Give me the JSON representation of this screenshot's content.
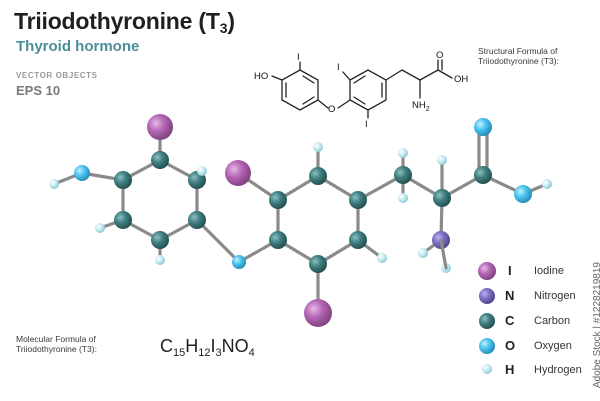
{
  "header": {
    "title_main": "Triiodothyronine (T",
    "title_sub": "3",
    "title_close": ")",
    "subtitle": "Thyroid hormone",
    "vector_label": "VECTOR OBJECTS",
    "eps_label": "EPS 10"
  },
  "structural": {
    "label_line1": "Structural  Formula of",
    "label_line2": "Triiodothyronine (T3):",
    "atoms": {
      "ho": "HO",
      "i_left": "I",
      "o_ether": "O",
      "i_mid_top": "I",
      "i_mid_bottom": "I",
      "o_carbonyl": "O",
      "oh": "OH",
      "nh2_main": "NH",
      "nh2_sub": "2"
    }
  },
  "molecular": {
    "label_line1": "Molecular Formula of",
    "label_line2": "Triiodothyronine (T3):",
    "formula": [
      {
        "el": "C",
        "n": "15"
      },
      {
        "el": "H",
        "n": "12"
      },
      {
        "el": "I",
        "n": "3"
      },
      {
        "el": "NO",
        "n": "4"
      }
    ]
  },
  "legend": [
    {
      "symbol": "I",
      "name": "Iodine",
      "color": "#b466b4"
    },
    {
      "symbol": "N",
      "name": "Nitrogen",
      "color": "#7d6ec2"
    },
    {
      "symbol": "C",
      "name": "Carbon",
      "color": "#3f7f80"
    },
    {
      "symbol": "O",
      "name": "Oxygen",
      "color": "#4bc4ef"
    },
    {
      "symbol": "H",
      "name": "Hydrogen",
      "color": "#a9dfe8"
    }
  ],
  "colors": {
    "iodine": "#b466b4",
    "nitrogen": "#7d6ec2",
    "carbon": "#3f7f80",
    "oxygen": "#4bc4ef",
    "hydrogen": "#a9dfe8",
    "bond": "#8a8a8a"
  },
  "watermark": "Adobe Stock | #1228219819"
}
